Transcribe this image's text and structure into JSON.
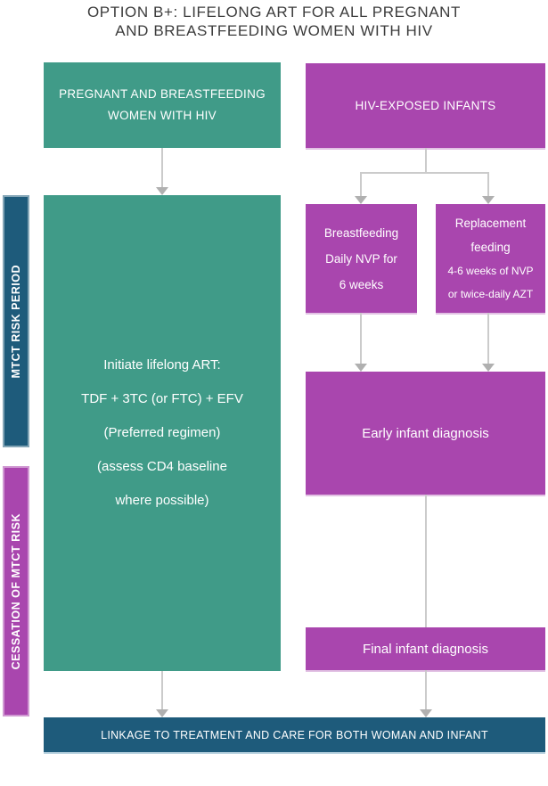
{
  "title": {
    "line1": "OPTION B+: LIFELONG ART FOR ALL PREGNANT",
    "line2": "AND BREASTFEEDING WOMEN WITH HIV"
  },
  "side_labels": {
    "risk_period": "MTCT RISK PERIOD",
    "cessation": "CESSATION OF MTCT RISK"
  },
  "boxes": {
    "pregnant_women": {
      "text": "PREGNANT AND BREASTFEEDING WOMEN WITH HIV"
    },
    "hiv_exposed_infants": {
      "text": "HIV-EXPOSED INFANTS"
    },
    "initiate_art": {
      "lines": [
        "Initiate lifelong ART:",
        "TDF + 3TC (or FTC) + EFV",
        "(Preferred regimen)",
        "(assess CD4 baseline",
        "where possible)"
      ]
    },
    "breastfeeding": {
      "lines": [
        "Breastfeeding",
        "Daily NVP for",
        "6 weeks"
      ]
    },
    "replacement": {
      "lines_large": [
        "Replacement",
        "feeding"
      ],
      "lines_small": [
        "4-6 weeks of NVP",
        "or twice-daily AZT"
      ]
    },
    "early_diagnosis": {
      "text": "Early infant diagnosis"
    },
    "final_diagnosis": {
      "text": "Final infant diagnosis"
    },
    "linkage": {
      "text": "LINKAGE TO TREATMENT AND CARE FOR BOTH WOMAN AND INFANT"
    }
  },
  "colors": {
    "teal": "#409b88",
    "magenta": "#a946ae",
    "dark_blue": "#1e5b7b",
    "connector_line": "#cbcbcb",
    "arrowhead": "#b0b0b0",
    "title_text": "#3c3c3c"
  }
}
